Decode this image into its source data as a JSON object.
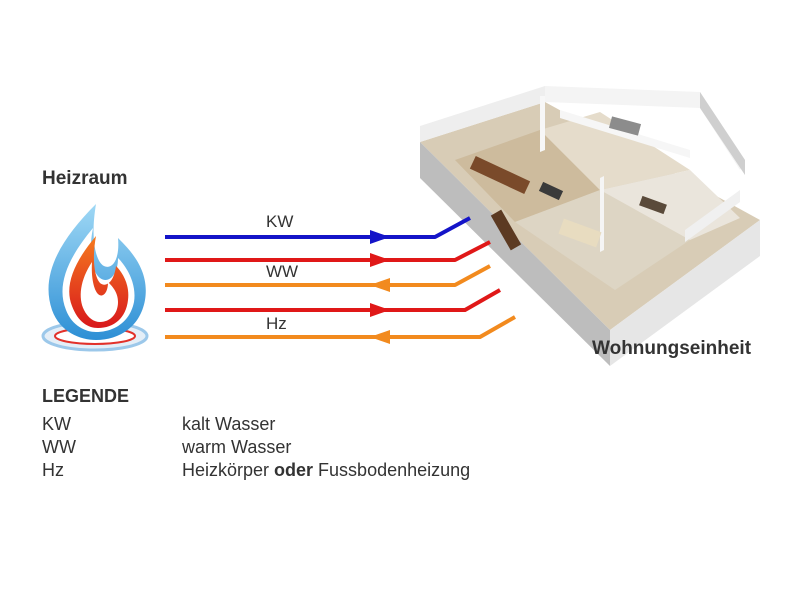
{
  "labels": {
    "boiler_room": "Heizraum",
    "apartment": "Wohnungseinheit"
  },
  "pipes": [
    {
      "code": "KW",
      "color": "#1414c8",
      "direction": "to-apartment",
      "label": "KW"
    },
    {
      "code": "WW-supply",
      "color": "#e01818",
      "direction": "to-apartment",
      "label": ""
    },
    {
      "code": "WW-return",
      "color": "#f28a1e",
      "direction": "to-boiler",
      "label": "WW"
    },
    {
      "code": "Hz-supply",
      "color": "#e01818",
      "direction": "to-apartment",
      "label": ""
    },
    {
      "code": "Hz-return",
      "color": "#f28a1e",
      "direction": "to-boiler",
      "label": "Hz"
    }
  ],
  "legend": {
    "title": "LEGENDE",
    "rows": [
      {
        "code": "KW",
        "desc_pre": "kalt Wasser",
        "desc_bold": "",
        "desc_post": ""
      },
      {
        "code": "WW",
        "desc_pre": "warm Wasser",
        "desc_bold": "",
        "desc_post": ""
      },
      {
        "code": "Hz",
        "desc_pre": "Heizkörper ",
        "desc_bold": "oder",
        "desc_post": " Fussbodenheizung"
      }
    ]
  },
  "icons": {
    "boiler": "flame-icon",
    "apartment": "apartment-cutaway-icon"
  }
}
